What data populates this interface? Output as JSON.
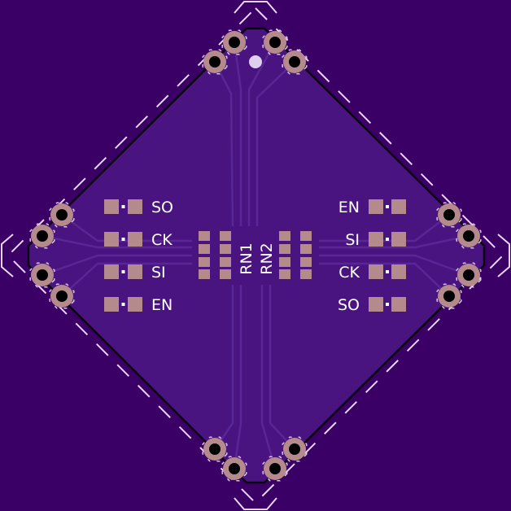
{
  "colors": {
    "background": "#3a0066",
    "board_fill": "#4a1480",
    "copper_trace": "#552090",
    "pad": "#b48a8c",
    "silkscreen": "#ffffff",
    "outline": "#0a0010"
  },
  "left_labels": [
    "SO",
    "CK",
    "SI",
    "EN"
  ],
  "right_labels": [
    "EN",
    "SI",
    "CK",
    "SO"
  ],
  "ref_designators": [
    "RN1",
    "RN2"
  ]
}
